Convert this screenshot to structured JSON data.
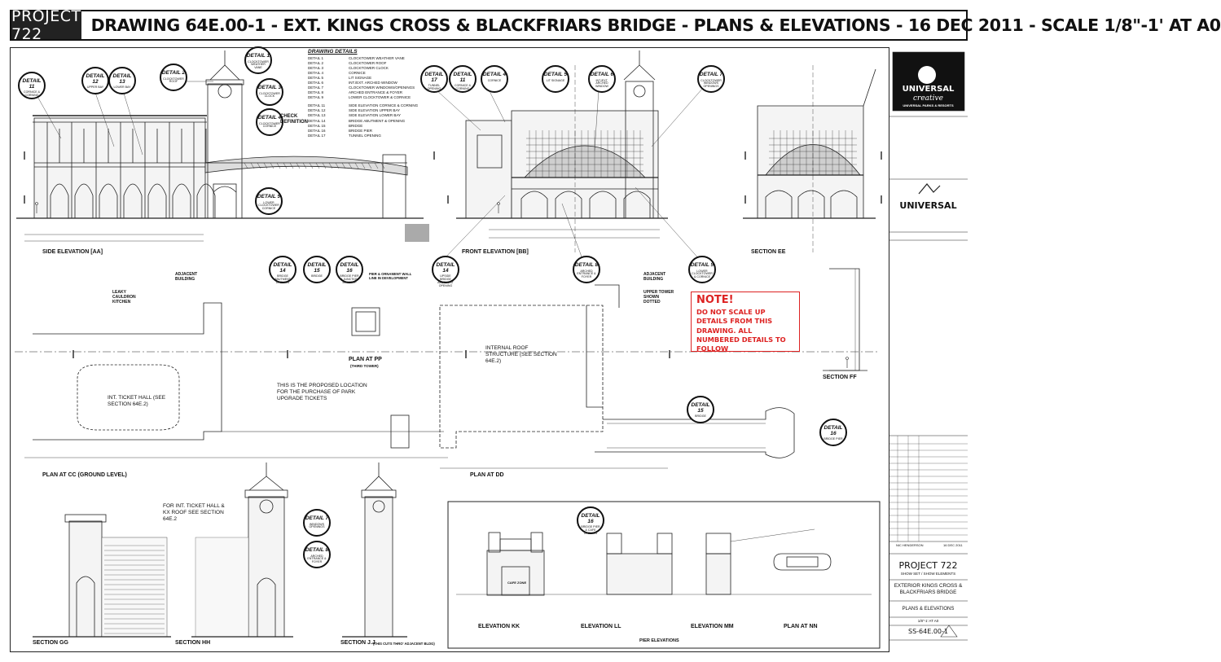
{
  "header": {
    "project": "PROJECT 722",
    "title": "DRAWING 64E.00-1 - EXT. KINGS CROSS & BLACKFRIARS BRIDGE - PLANS & ELEVATIONS - 16 DEC 2011 - SCALE 1/8\"-1' AT A0"
  },
  "drawing_details": {
    "heading": "DRAWING DETAILS",
    "items": [
      {
        "code": "DETAIL 1",
        "desc": "CLOCKTOWER WEATHER VANE"
      },
      {
        "code": "DETAIL 2",
        "desc": "CLOCKTOWER ROOF"
      },
      {
        "code": "DETAIL 3",
        "desc": "CLOCKTOWER CLOCK"
      },
      {
        "code": "DETAIL 4",
        "desc": "CORNICE"
      },
      {
        "code": "DETAIL 5",
        "desc": "LIT SIGNAGE"
      },
      {
        "code": "DETAIL 6",
        "desc": "INT./EXT. ARCHED WINDOW"
      },
      {
        "code": "DETAIL 7",
        "desc": "CLOCKTOWER WINDOWS/OPENINGS"
      },
      {
        "code": "DETAIL 8",
        "desc": "ARCHED ENTRANCE & FOYER"
      },
      {
        "code": "DETAIL 9",
        "desc": "LOWER CLOCKTOWER & CORNICE"
      },
      {
        "code": "DETAIL 11",
        "desc": "SIDE ELEVATION CORNICE & CORNING"
      },
      {
        "code": "DETAIL 12",
        "desc": "SIDE ELEVATION UPPER BAY"
      },
      {
        "code": "DETAIL 13",
        "desc": "SIDE ELEVATION LOWER BAY"
      },
      {
        "code": "DETAIL 14",
        "desc": "BRIDGE ABUTMENT & OPENING"
      },
      {
        "code": "DETAIL 15",
        "desc": "BRIDGE"
      },
      {
        "code": "DETAIL 16",
        "desc": "BRIDGE PIER"
      },
      {
        "code": "DETAIL 17",
        "desc": "TUNNEL OPENING"
      }
    ]
  },
  "bubbles": [
    {
      "t": "DETAIL 11",
      "s": "CORNICE & CORNING"
    },
    {
      "t": "DETAIL 12",
      "s": "UPPER BAY"
    },
    {
      "t": "DETAIL 13",
      "s": "LOWER BAY"
    },
    {
      "t": "DETAIL 2",
      "s": "CLOCKTOWER ROOF"
    },
    {
      "t": "DETAIL 1",
      "s": "CLOCKTOWER WEATHER VANE"
    },
    {
      "t": "DETAIL 3",
      "s": "CLOCKTOWER CLOCK"
    },
    {
      "t": "DETAIL 4",
      "s": "CLOCKTOWER CORNICE"
    },
    {
      "t": "DETAIL 9",
      "s": "LOWER CLOCKTOWER CORNICE"
    },
    {
      "t": "DETAIL 14",
      "s": "BRIDGE ABUTMENT OPENING"
    },
    {
      "t": "DETAIL 15",
      "s": "BRIDGE"
    },
    {
      "t": "DETAIL 16",
      "s": "BRIDGE PIER & JUNCTION BOXSTEP"
    },
    {
      "t": "DETAIL 17",
      "s": "TUNNEL OPENING"
    },
    {
      "t": "DETAIL 11",
      "s": "CORNICE & CORNING"
    },
    {
      "t": "DETAIL 4",
      "s": "CORNICE"
    },
    {
      "t": "DETAIL 5",
      "s": "LIT SIGNAGE"
    },
    {
      "t": "DETAIL 6",
      "s": "INT./EXT. ARCHED WINDOW"
    },
    {
      "t": "DETAIL 7",
      "s": "CLOCKTOWER WINDOWS OPENINGS"
    },
    {
      "t": "DETAIL 14",
      "s": "UPSIDE BRIDGE ABUTMENT OPENING"
    },
    {
      "t": "DETAIL 8",
      "s": "ARCHED ENTRANCE & FOYER"
    },
    {
      "t": "DETAIL 9",
      "s": "LOWER CLOCKTOWER & CORNICE"
    },
    {
      "t": "DETAIL 15",
      "s": "BRIDGE"
    },
    {
      "t": "DETAIL 16",
      "s": "BRIDGE PIER"
    },
    {
      "t": "DETAIL 7",
      "s": "WINDOWS OPENINGS"
    },
    {
      "t": "DETAIL 8",
      "s": "ARCHED ENTRANCE & FOYER"
    },
    {
      "t": "DETAIL 16",
      "s": "BRIDGE PIER & CAFE OPENING"
    }
  ],
  "labels": {
    "side_elev": "SIDE ELEVATION [AA]",
    "front_elev": "FRONT ELEVATION [BB]",
    "section_ee": "SECTION EE",
    "section_ff": "SECTION FF",
    "plan_cc": "PLAN AT CC (GROUND LEVEL)",
    "plan_dd": "PLAN AT DD",
    "plan_pp": "PLAN AT PP",
    "plan_pp_sub": "(THIRD TOWER)",
    "section_gg": "SECTION GG",
    "section_hh": "SECTION HH",
    "section_jj": "SECTION J.J",
    "section_jj_sub": "(THIS CUTS THRO' ADJACENT BLDG)",
    "elev_kk": "ELEVATION KK",
    "elev_ll": "ELEVATION LL",
    "elev_mm": "ELEVATION MM",
    "plan_nn": "PLAN AT NN",
    "pier_elevs": "PIER ELEVATIONS",
    "check_def": "CHECK DEFINITION",
    "adjacent_1": "ADJACENT BUILDING",
    "adjacent_2": "ADJACENT BUILDING",
    "upper_tower": "UPPER TOWER SHOWN DOTTED",
    "leaky": "LEAKY CAULDRON KITCHEN",
    "int_ticket": "INT. TICKET HALL (SEE SECTION 64E.2)",
    "int_roof": "INTERNAL ROOF STRUCTURE (SEE SECTION 64E.2)",
    "proposed": "THIS IS THE PROPOSED LOCATION FOR THE PURCHASE OF PARK UPGRADE TICKETS",
    "for_int": "FOR INT. TICKET HALL & KX ROOF SEE SECTION 64E.2",
    "pier_note": "PIER & ORNAMENT WALL LINE IN DEVELOPMENT",
    "cafe_zone": "CAFE ZONE"
  },
  "note": {
    "heading": "NOTE!",
    "body": "DO NOT SCALE UP DETAILS FROM THIS DRAWING. ALL NUMBERED DETAILS TO FOLLOW"
  },
  "title_block": {
    "logo1_line1": "UNIVERSAL",
    "logo1_line2": "creative",
    "logo1_line3": "UNIVERSAL PARKS & RESORTS",
    "logo2": "UNIVERSAL",
    "drawn_by": "NIC HENDERSON",
    "date": "16 DEC 2011",
    "project": "PROJECT 722",
    "project_sub": "SHOW SET / SHOW ELEMENTS",
    "drawing_title": "EXTERIOR KINGS CROSS & BLACKFRIARS BRIDGE",
    "sheet_title": "PLANS & ELEVATIONS",
    "scale": "1/8\"-1' AT A0",
    "number": "SS-64E.00-1"
  }
}
